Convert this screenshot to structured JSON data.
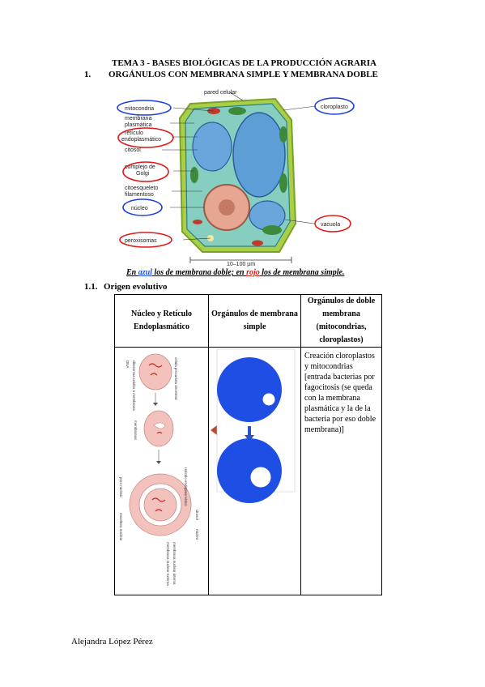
{
  "header": {
    "title": "TEMA 3 - BASES BIOLÓGICAS DE LA PRODUCCIÓN AGRARIA",
    "section_number": "1.",
    "section_title": "ORGÁNULOS CON MEMBRANA SIMPLE Y MEMBRANA DOBLE"
  },
  "figure": {
    "labels": {
      "pared": "pared celular",
      "mitocondria": "mitocondria",
      "membrana1": "membrana",
      "membrana2": "plasmática",
      "reticulo1": "retículo",
      "reticulo2": "endoplasmático",
      "citosol": "citosol",
      "golgi1": "complejo de",
      "golgi2": "Golgi",
      "cito1": "citoesqueleto",
      "cito2": "filamentoso",
      "nucleo": "núcleo",
      "peroxisomas": "peroxisomas",
      "cloroplasto": "cloroplasto",
      "vacuola": "vacuola",
      "scale": "10–100 µm"
    },
    "caption": {
      "p1": "En ",
      "azul": "azul",
      "p2": " los de membrana doble; en ",
      "rojo": "rojo",
      "p3": " los de membrana simple."
    },
    "colors": {
      "wall": "#9ec83a",
      "cytosol": "#8fd3c6",
      "vacuole": "#5f9fd4",
      "nucleus": "#e7a796",
      "blue_circle": "#1e3fe0",
      "red_circle": "#e01818"
    }
  },
  "subsection": {
    "number": "1.1.",
    "title": "Origen evolutivo"
  },
  "table": {
    "headers": [
      "Núcleo y Retículo Endoplasmático",
      "Orgánulos de membrana simple",
      "Orgánulos de doble membrana (mitocondrias, cloroplastos)"
    ],
    "cell3_text": "Creación cloroplastos y mitocondrias [entrada bacterias por fagocitosis (se queda con la membrana plasmática y la de la bacteria por eso doble membrana)]",
    "diagram_labels": {
      "a": "célula procariota ancestral",
      "b": "DNA",
      "c": "ribosomas unidos a membrana",
      "d": "membranas",
      "e": "retículo endoplasmático",
      "f": "poro nuclear",
      "g": "envoltura nuclear",
      "h": "citosol",
      "i": "núcleo",
      "j": "membrana nuclear interna",
      "k": "membrana nuclear externa"
    }
  },
  "footer": {
    "author": "Alejandra López Pérez"
  }
}
